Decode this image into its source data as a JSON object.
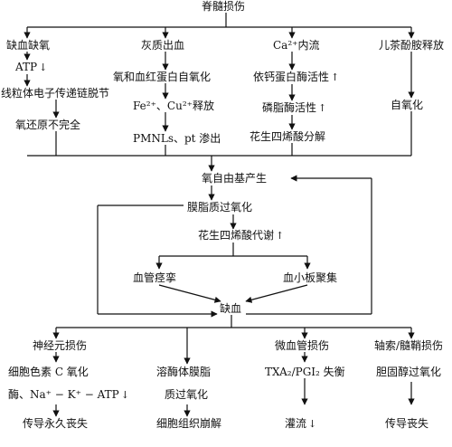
{
  "root": "脊髓损伤",
  "causes": [
    {
      "key": "ischemia",
      "items": [
        "缺血缺氧",
        "ATP",
        "线粒体电子传递链脱节",
        "氧还原不完全"
      ],
      "arrows": {
        "1": "↓"
      }
    },
    {
      "key": "hemorrhage",
      "items": [
        "灰质出血",
        "氧和血红蛋白自氧化",
        "Fe²⁺、Cu²⁺释放",
        "PMNLs、pt 渗出"
      ],
      "arrows": {}
    },
    {
      "key": "calcium",
      "items": [
        "Ca²⁺内流",
        "依钙蛋白酶活性",
        "磷脂酶活性",
        "花生四烯酸分解"
      ],
      "arrows": {
        "1": "↑",
        "2": "↑"
      }
    },
    {
      "key": "catecholamine",
      "items": [
        "儿茶酚胺释放",
        "自氧化"
      ],
      "arrows": {}
    }
  ],
  "cycle": {
    "radical": "氧自由基产生",
    "peroxidation": "膜脂质过氧化",
    "metabolism": "花生四烯酸代谢",
    "metabolism_arrow": "↑",
    "vasospasm": "血管痉挛",
    "aggregation": "血小板聚集",
    "ischemia": "缺血"
  },
  "outcomes": [
    {
      "key": "neuron",
      "items": [
        "神经元损伤",
        "细胞色素 C 氧化",
        "酶、Na⁺ − K⁺ − ATP",
        "传导永久丧失"
      ],
      "arrows": {
        "2": "↓"
      }
    },
    {
      "key": "lysosome",
      "items": [
        "溶酶体膜脂",
        "质过氧化",
        "细胞组织崩解"
      ],
      "arrows": {}
    },
    {
      "key": "microvascular",
      "items": [
        "微血管损伤",
        "TXA₂/PGI₂ 失衡",
        "灌流"
      ],
      "arrows": {
        "2": "↓"
      }
    },
    {
      "key": "axon",
      "items": [
        "轴索/髓鞘损伤",
        "胆固醇过氧化",
        "传导丧失"
      ],
      "arrows": {}
    }
  ]
}
